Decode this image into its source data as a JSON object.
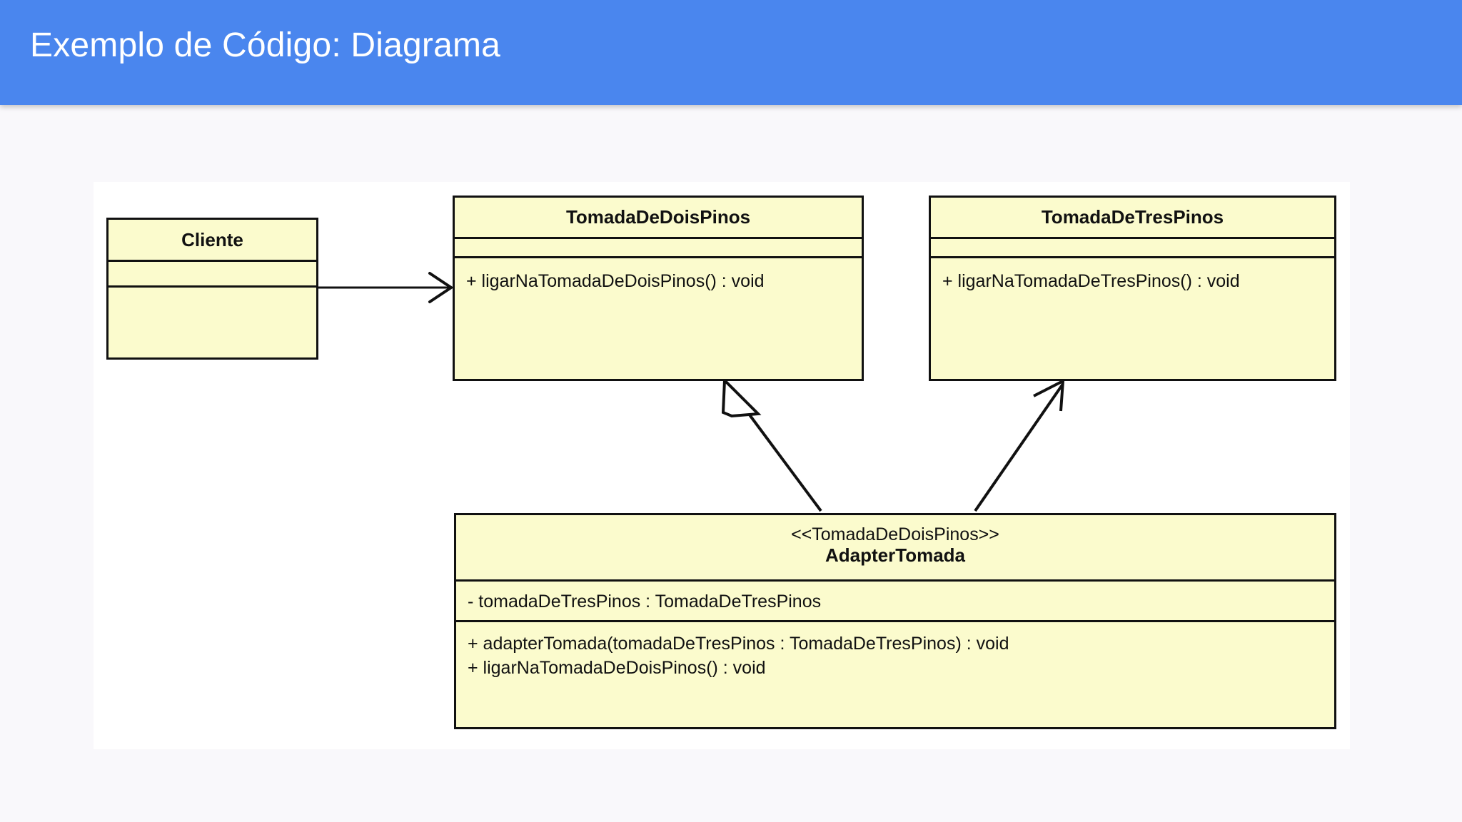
{
  "slide": {
    "title": "Exemplo de Código: Diagrama",
    "header_color": "#4a86ee",
    "title_color": "#ffffff",
    "canvas_color": "#ffffff",
    "page_background": "#f9f8fb"
  },
  "diagram": {
    "type": "uml-class-diagram",
    "box_fill": "#fbfbcd",
    "box_border": "#111111",
    "classes": [
      {
        "id": "cliente",
        "name": "Cliente",
        "stereotype": "",
        "attributes": [],
        "operations": []
      },
      {
        "id": "tomada-dois",
        "name": "TomadaDeDoisPinos",
        "stereotype": "",
        "attributes": [],
        "operations": [
          "+ ligarNaTomadaDeDoisPinos() : void"
        ]
      },
      {
        "id": "tomada-tres",
        "name": "TomadaDeTresPinos",
        "stereotype": "",
        "attributes": [],
        "operations": [
          "+ ligarNaTomadaDeTresPinos() : void"
        ]
      },
      {
        "id": "adapter",
        "name": "AdapterTomada",
        "stereotype": "<<TomadaDeDoisPinos>>",
        "attributes": [
          "- tomadaDeTresPinos : TomadaDeTresPinos"
        ],
        "operations": [
          "+ adapterTomada(tomadaDeTresPinos : TomadaDeTresPinos) : void",
          "+ ligarNaTomadaDeDoisPinos() : void"
        ]
      }
    ],
    "connectors": [
      {
        "id": "cliente-to-tomada-dois",
        "from": "cliente",
        "to": "tomada-dois",
        "arrow": "open-arrow",
        "style": "solid"
      },
      {
        "id": "adapter-to-tomada-dois",
        "from": "adapter",
        "to": "tomada-dois",
        "arrow": "hollow-triangle",
        "style": "solid"
      },
      {
        "id": "adapter-to-tomada-tres",
        "from": "adapter",
        "to": "tomada-tres",
        "arrow": "open-arrow",
        "style": "solid"
      }
    ]
  }
}
